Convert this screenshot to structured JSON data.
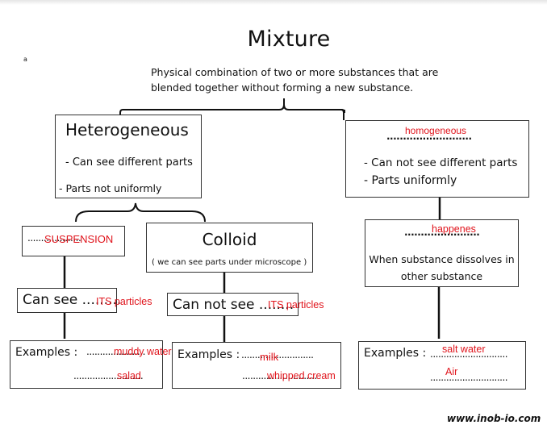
{
  "title": "Mixture",
  "stray_mark": "a",
  "definition": {
    "line1": "Physical combination of two or more substances that are",
    "line2": "blended together without forming a new substance."
  },
  "heterogeneous": {
    "title": "Heterogeneous",
    "point1": "- Can see different parts",
    "point2": "- Parts not uniformly"
  },
  "homogeneous": {
    "answer": "homogeneous",
    "blank": "..........................",
    "point1": "-   Can not see different parts",
    "point2": "-   Parts  uniformly"
  },
  "suspension": {
    "blank": "....................",
    "answer": "SUSPENSION",
    "can_see_label": "Can see .........",
    "can_see_answer": "ITS particles",
    "examples_label": "Examples :",
    "example1_blank": "......................",
    "example1_answer": "muddy water",
    "example2_blank": "..........................",
    "example2_answer": "salad"
  },
  "colloid": {
    "title": "Colloid",
    "note": "( we can see parts under  microscope )",
    "can_not_see_label": "Can not see ........",
    "can_not_see_answer": "ITS particles",
    "examples_label": "Examples :",
    "example1_blank": "...........................",
    "example1_answer": "milk",
    "example2_blank": "............................",
    "example2_answer": "whipped cream"
  },
  "solution": {
    "blank": ".......................",
    "answer": "happenes",
    "description_line1": "When substance dissolves in",
    "description_line2": "other substance",
    "examples_label": "Examples :",
    "example1_blank": ".............................",
    "example1_answer": "salt water",
    "example2_blank": ".............................",
    "example2_answer": "Air"
  },
  "watermark": "www.inob-io.com",
  "colors": {
    "answer_red": "#e0131b",
    "text": "#111111",
    "border": "#333333"
  }
}
